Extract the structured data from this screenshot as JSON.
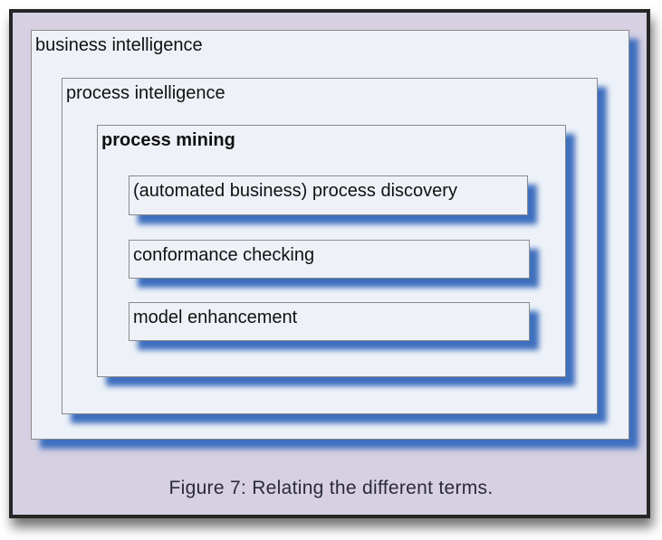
{
  "diagram": {
    "outer": "business intelligence",
    "middle": "process intelligence",
    "inner": "process mining",
    "items": [
      "(automated business) process discovery",
      "conformance checking",
      "model enhancement"
    ]
  },
  "caption": "Figure 7: Relating the different terms.",
  "colors": {
    "frame_bg": "#d6d0e2",
    "box_bg": "#eef2f8",
    "shadow": "#3e6fbe",
    "frame_border": "#262626"
  }
}
